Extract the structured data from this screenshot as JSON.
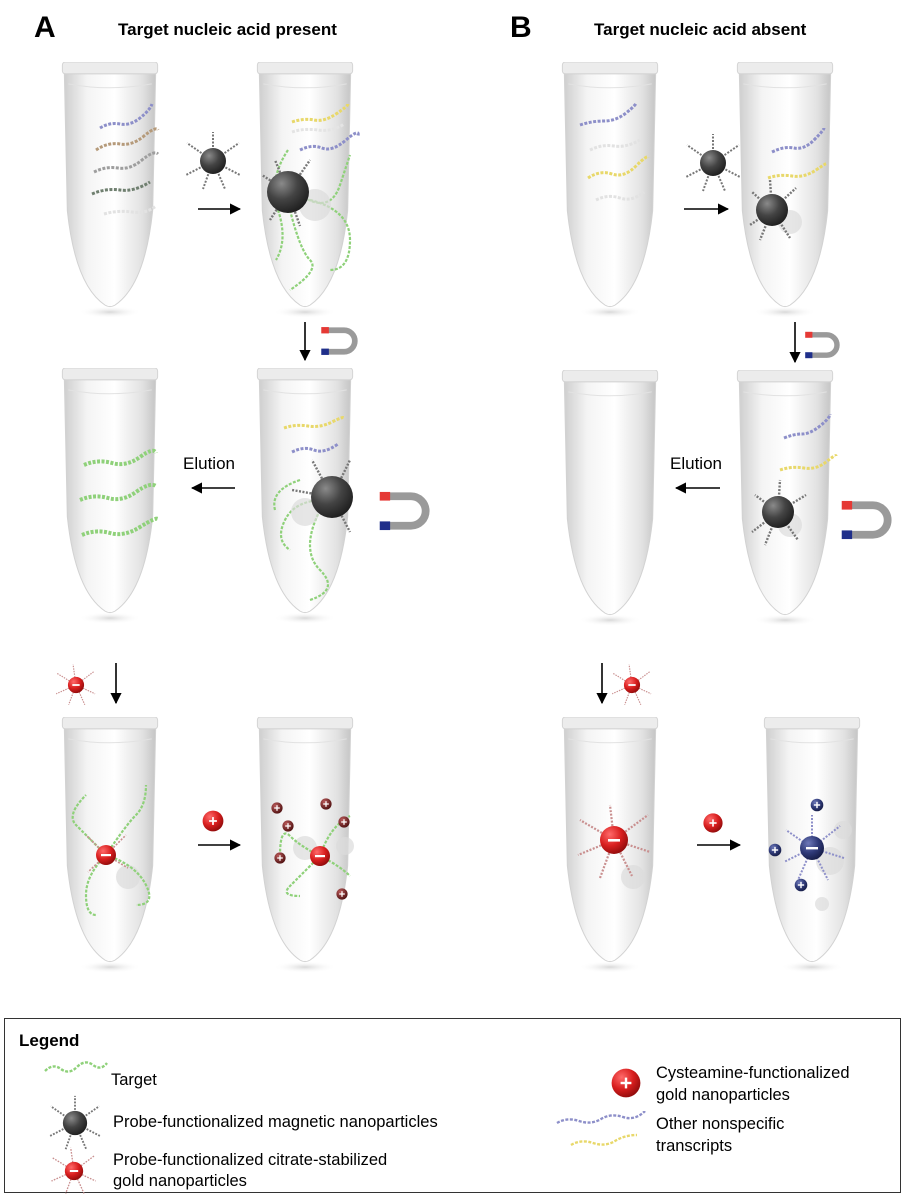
{
  "panels": [
    {
      "letter": "A",
      "title": "Target nucleic acid present"
    },
    {
      "letter": "B",
      "title": "Target nucleic acid absent"
    }
  ],
  "step_labels": {
    "elution_a": "Elution",
    "elution_b": "Elution"
  },
  "legend": {
    "title": "Legend",
    "target": "Target",
    "magnetic": "Probe-functionalized magnetic nanoparticles",
    "citrate_line1": "Probe-functionalized citrate-stabilized",
    "citrate_line2": "gold nanoparticles",
    "cysteamine_line1": "Cysteamine-functionalized",
    "cysteamine_line2": "gold nanoparticles",
    "nonspecific_line1": "Other nonspecific",
    "nonspecific_line2": "transcripts"
  },
  "colors": {
    "target": "#8fd17a",
    "nonspecific_purple": "#8d8fc9",
    "nonspecific_yellow": "#e8d86a",
    "magnetic": "#444444",
    "gold_red": "#d81e1e",
    "gold_blue": "#2f3a78",
    "magnet_red": "#e53935",
    "magnet_blue": "#1f2f8a"
  },
  "icons": [
    "tube-icon",
    "magnet-icon",
    "magnetic-nanoparticle-icon",
    "citrate-gold-nanoparticle-icon",
    "cysteamine-gold-nanoparticle-icon",
    "arrow-icon"
  ]
}
